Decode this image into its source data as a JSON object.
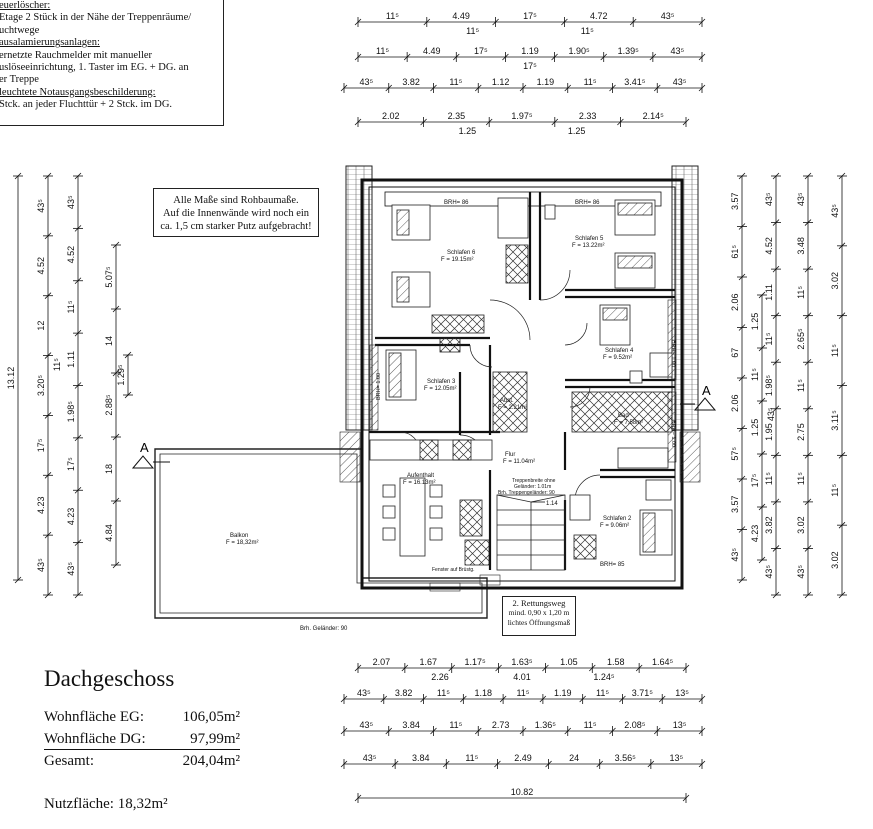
{
  "legend": {
    "lines": [
      "euerlöscher:",
      "Etage  2 Stück in der Nähe der Treppenräume/",
      "uchtwege",
      "ausalamierungsanlagen:",
      "ernetzte Rauchmelder mit manueller",
      "uslöseeinrichtung, 1. Taster im EG. + DG. an",
      "er Treppe",
      "leuchtete Notausgangsbeschilderung:",
      "Stck. an jeder Fluchttür + 2 Stck. im DG."
    ]
  },
  "note": {
    "lines": [
      "Alle Maße sind Rohbaumaße.",
      "Auf die Innenwände wird noch ein",
      "ca. 1,5 cm starker Putz aufgebracht!"
    ]
  },
  "rettungsweg": {
    "lines": [
      "2. Rettungsweg",
      "mind. 0,90 x 1,20 m",
      "lichtes Öffnungsmaß"
    ]
  },
  "summary": {
    "title": "Dachgeschoss",
    "rows": [
      {
        "label": "Wohnfläche EG:",
        "value": "106,05m²"
      },
      {
        "label": "Wohnfläche DG:",
        "value": "97,99m²"
      },
      {
        "label": "Gesamt:",
        "value": "204,04m²"
      }
    ],
    "nutzflaeche": "Nutzfläche: 18,32m²"
  },
  "rooms": [
    {
      "name": "Schlafen 6",
      "area": "F = 19.15m²"
    },
    {
      "name": "Schlafen 5",
      "area": "F = 13.22m²"
    },
    {
      "name": "Schlafen 4",
      "area": "F = 9.52m²"
    },
    {
      "name": "Schlafen 3",
      "area": "F = 12.05m²"
    },
    {
      "name": "Abst.",
      "area": "F = 2.21m²"
    },
    {
      "name": "Bad",
      "area": "F = 7.58m²"
    },
    {
      "name": "Flur",
      "area": "F = 11.04m²"
    },
    {
      "name": "Aufenthalt",
      "area": "F = 16.13m²"
    },
    {
      "name": "Schlafen 2",
      "area": "F = 9.06m²"
    },
    {
      "name": "Balkon",
      "area": "F = 18,32m²"
    }
  ],
  "plan_labels": {
    "brh_86a": "BRH= 86",
    "brh_86b": "BRH= 86",
    "brh_85": "BRH= 85",
    "brh_100a": "BRH= 1.00",
    "brh_100b": "BRH= 1.00",
    "brh_100c": "BRH= 1.00",
    "gelaender": "Brh. Geländer: 90",
    "treppe1": "Treppenbreite ohne",
    "treppe2": "Geländer: 1.01m",
    "treppe3": "Brh. Treppengeländer: 90",
    "fenster": "Fenster auf Brüstg.",
    "stair_dim": "1.14",
    "section_left": "A",
    "section_right": "A"
  },
  "dims_top": [
    {
      "segs": [
        "11⁵",
        "4.49",
        "17⁵",
        "4.72",
        "43⁵"
      ],
      "sub": [
        "11⁵",
        "11⁵"
      ]
    },
    {
      "segs": [
        "11⁵",
        "4.49",
        "17⁵",
        "1.19",
        "1.90⁵",
        "1.39⁵",
        "43⁵"
      ],
      "sub": [
        "17⁵"
      ]
    },
    {
      "segs": [
        "43⁵",
        "3.82",
        "11⁵",
        "1.12",
        "1.19",
        "11⁵",
        "3.41⁵",
        "43⁵"
      ]
    },
    {
      "segs": [
        "2.02",
        "2.35",
        "1.97⁵",
        "2.33",
        "2.14⁵"
      ],
      "sub": [
        "1.25",
        "1.25"
      ]
    }
  ],
  "dims_bottom": [
    {
      "segs": [
        "2.07",
        "1.67",
        "1.17⁵",
        "1.63⁵",
        "1.05",
        "1.58",
        "1.64⁵"
      ],
      "sub": [
        "2.26",
        "4.01",
        "1.24⁵"
      ]
    },
    {
      "segs": [
        "43⁵",
        "3.82",
        "11⁵",
        "1.18",
        "11⁵",
        "1.19",
        "11⁵",
        "3.71⁵",
        "13⁵"
      ]
    },
    {
      "segs": [
        "43⁵",
        "3.84",
        "11⁵",
        "2.73",
        "1.36⁵",
        "11⁵",
        "2.08⁵",
        "13⁵"
      ]
    },
    {
      "segs": [
        "43⁵",
        "3.84",
        "11⁵",
        "2.49",
        "24",
        "3.56⁵",
        "13⁵"
      ]
    },
    {
      "segs": [
        "10.82"
      ]
    }
  ],
  "dims_left": [
    {
      "segs": [
        "13.12"
      ]
    },
    {
      "segs": [
        "43⁵",
        "4.52",
        "12",
        "3.20⁵",
        "17⁵",
        "4.23",
        "43⁵"
      ],
      "extra": [
        "11⁵"
      ]
    },
    {
      "segs": [
        "43⁵",
        "4.52",
        "11⁵",
        "1.11",
        "1.98⁵",
        "17⁵",
        "4.23",
        "43⁵"
      ]
    },
    {
      "segs": [
        "5.07⁵",
        "14",
        "2.88⁵",
        "18",
        "4.84"
      ]
    },
    {
      "segs": [
        "1.29⁵"
      ]
    }
  ],
  "dims_right": [
    {
      "segs": [
        "3.57",
        "61⁵",
        "2.06",
        "67",
        "2.06",
        "57⁵",
        "3.57",
        "43⁵"
      ]
    },
    {
      "segs": [
        "1.25",
        "11⁵",
        "1.25",
        "17⁵",
        "4.23"
      ],
      "extra": [
        "43⁵"
      ]
    },
    {
      "segs": [
        "43⁵",
        "4.52",
        "1.11",
        "11⁵",
        "1.98⁵",
        "1.95",
        "11⁵",
        "3.82",
        "43⁵"
      ]
    },
    {
      "segs": [
        "43⁵",
        "3.48",
        "11⁵",
        "2.65⁵",
        "11⁵",
        "2.75",
        "11⁵",
        "3.02",
        "43⁵"
      ]
    },
    {
      "segs": [
        "43⁵",
        "3.02",
        "11⁵",
        "3.11⁵",
        "11⁵",
        "3.02"
      ]
    }
  ]
}
